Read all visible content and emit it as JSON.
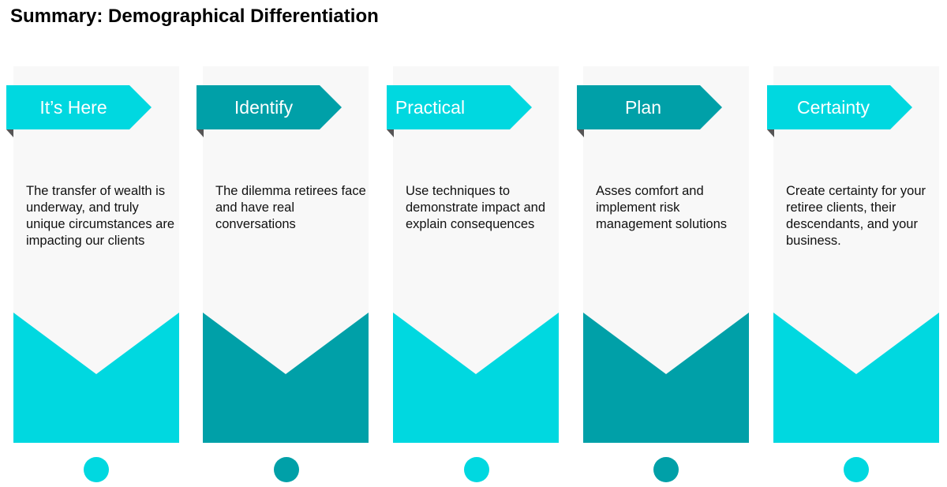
{
  "title": "Summary: Demographical Differentiation",
  "colors": {
    "light": "#00d8e0",
    "dark": "#00a0a8",
    "fold": "#555555",
    "card_bg": "#f8f8f8"
  },
  "steps": [
    {
      "label": "It’s Here",
      "text": "The transfer of wealth is underway, and truly unique circumstances are impacting our clients",
      "tone": "light"
    },
    {
      "label": "Identify",
      "text": "The dilemma retirees face and have real conversations",
      "tone": "dark"
    },
    {
      "label": "Practical",
      "text": "Use techniques to demonstrate impact and explain consequences",
      "tone": "light"
    },
    {
      "label": "Plan",
      "text": "Asses comfort and implement risk management solutions",
      "tone": "dark"
    },
    {
      "label": "Certainty",
      "text": "Create certainty for your retiree clients, their descendants, and your business.",
      "tone": "light"
    }
  ]
}
